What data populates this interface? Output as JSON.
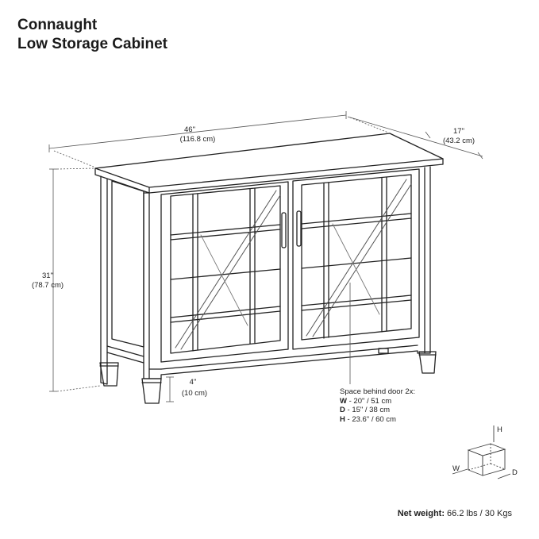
{
  "title": {
    "line1": "Connaught",
    "line2": "Low Storage Cabinet"
  },
  "dimensions": {
    "width_in": "46\"",
    "width_cm": "(116.8 cm)",
    "depth_in": "17\"",
    "depth_cm": "(43.2 cm)",
    "height_in": "31\"",
    "height_cm": "(78.7 cm)",
    "leg_in": "4\"",
    "leg_cm": "(10 cm)"
  },
  "space_behind_door": {
    "heading": "Space behind door 2x:",
    "w_key": "W",
    "w_val": " - 20\" / 51 cm",
    "d_key": "D",
    "d_val": " - 15\" / 38 cm",
    "h_key": "H",
    "h_val": " - 23.6\" / 60 cm"
  },
  "axes": {
    "h": "H",
    "w": "W",
    "d": "D"
  },
  "weight": {
    "label": "Net weight:",
    "value": " 66.2 lbs / 30 Kgs"
  },
  "colors": {
    "line": "#222222",
    "light_line": "#555555"
  }
}
